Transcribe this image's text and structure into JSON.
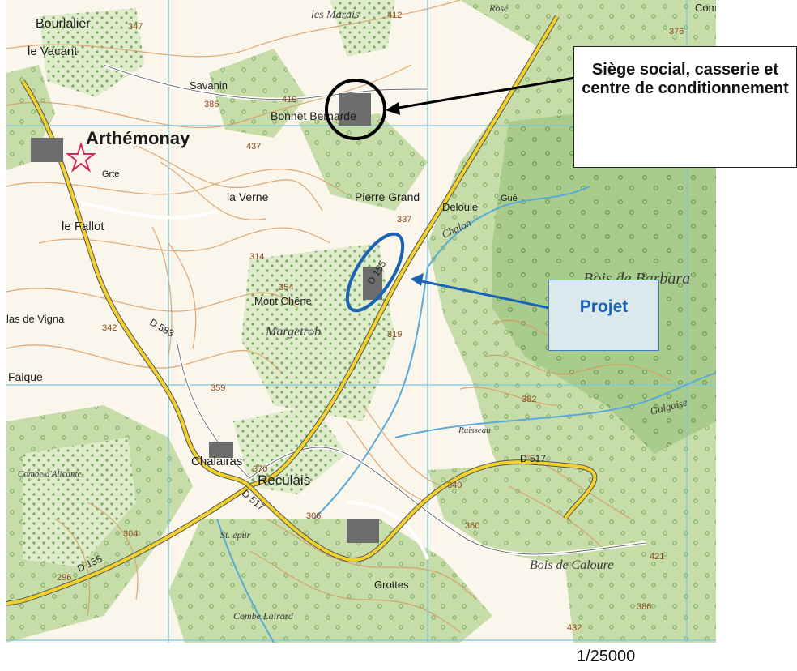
{
  "map": {
    "places": {
      "bourlalier": "Bourlalier",
      "le_vacant": "le Vacant",
      "arthemonay": "Arthémonay",
      "savanin": "Savanin",
      "bonnet_bernarde": "Bonnet Bernarde",
      "les_marais": "les Marais",
      "la_verne": "la Verne",
      "pierre_grand": "Pierre Grand",
      "le_fallot": "le Fallot",
      "deloule": "Deloule",
      "mont_chene": "Mont Chêne",
      "margetrob": "Margetrob",
      "bois_de_barbara": "Bois de Barbara",
      "falque": "Falque",
      "vigna": "las de Vigna",
      "chalairas": "Chalairas",
      "reculais": "Reculais",
      "combe_alicante": "Combe d'Alicante",
      "combe_lairard": "Combe Lairard",
      "grottes": "Grottes",
      "bois_de_caloure": "Bois de Caloure",
      "chalon": "Chalon",
      "st_epur": "St. épur",
      "gue": "Gué",
      "grte": "Grte",
      "combat": "Comb",
      "rose": "Rosé",
      "gayeux": "Galgaise",
      "ruisseau": "Ruisseau"
    },
    "roads": {
      "d155": "D 155",
      "d583": "D 583",
      "d517_a": "D 517",
      "d517_b": "D 517",
      "d155_b": "D 155"
    },
    "altitudes": [
      "347",
      "412",
      "376",
      "419",
      "386",
      "437",
      "337",
      "314",
      "354",
      "319",
      "342",
      "382",
      "359",
      "370",
      "306",
      "340",
      "360",
      "304",
      "296",
      "421",
      "432",
      "386"
    ]
  },
  "callouts": {
    "siege": "Siège social, casserie et centre de conditionnement",
    "projet": "Projet"
  },
  "scale": "1/25000",
  "colors": {
    "forest": "#c6dca9",
    "forest_dark": "#8fbf79",
    "contour": "#d79a5e",
    "road_main": "#f2d22a",
    "grid": "#7ec6e0",
    "water": "#5aa9d6",
    "project_ellipse": "#1b63b4",
    "arrow_siege": "#000000",
    "arrow_projet": "#1b63b4"
  }
}
